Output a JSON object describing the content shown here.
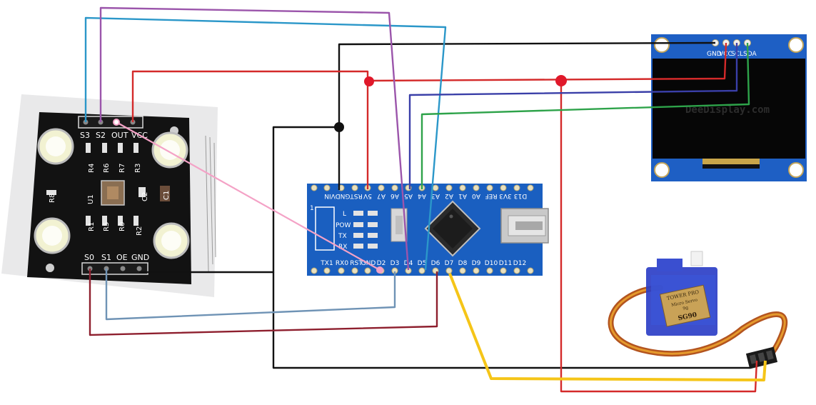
{
  "color_sensor": {
    "top_pins": [
      "S3",
      "S2",
      "OUT",
      "VCC"
    ],
    "bottom_pins": [
      "S0",
      "S1",
      "OE",
      "GND"
    ],
    "parts": [
      "R4",
      "R6",
      "R7",
      "R3",
      "R8",
      "U1",
      "C2",
      "C1",
      "R1",
      "R5",
      "R0",
      "R2"
    ]
  },
  "nano": {
    "top_labels": [
      "VIN",
      "GND",
      "RST",
      "5V",
      "A7",
      "A6",
      "A5",
      "A4",
      "A3",
      "A2",
      "A1",
      "A0",
      "REF",
      "3V3",
      "D13"
    ],
    "bottom_labels": [
      "TX1",
      "RX0",
      "RST",
      "GND",
      "D2",
      "D3",
      "D4",
      "D5",
      "D6",
      "D7",
      "D8",
      "D9",
      "D10",
      "D11",
      "D12"
    ],
    "leds": [
      "L",
      "POW",
      "TX",
      "RX"
    ],
    "corner_mark": "1"
  },
  "oled": {
    "pins": [
      "GND",
      "VCC",
      "SCL",
      "SDA"
    ],
    "watermark": "DeeDisplay.com"
  },
  "servo": {
    "brand": "TOWER PRO",
    "line1": "Micro Servo",
    "line2": "9g",
    "model": "SG90"
  },
  "colors": {
    "wire_black": "#111111",
    "wire_red": "#d42a2a",
    "wire_blue": "#2b97c9",
    "wire_purple": "#9b55ab",
    "wire_pink": "#f4a2c6",
    "wire_navy": "#3a3fa8",
    "wire_green": "#2ea34a",
    "wire_steel": "#6f93b5",
    "wire_maroon": "#8e1f2e",
    "wire_yellow": "#f5c518",
    "pcb_blue": "#1a5fc0",
    "sensor_black": "#121212"
  }
}
